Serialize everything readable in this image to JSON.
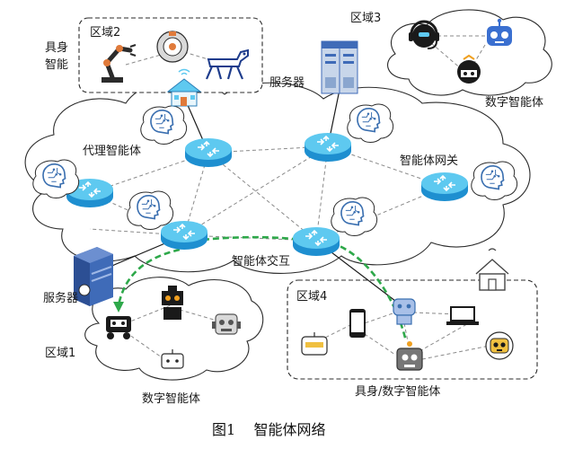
{
  "labels": {
    "embodied_intelligence": [
      "具身",
      "智能"
    ],
    "region2": "区域2",
    "region3": "区域3",
    "region1": "区域1",
    "region4": "区域4",
    "server_top": "服务器",
    "server_left": "服务器",
    "digital_agent_top": "数字智能体",
    "proxy_agent": "代理智能体",
    "agent_gateway": "智能体网关",
    "agent_interaction": "智能体交互",
    "digital_agent_bottom": "数字智能体",
    "embodied_digital_agent": "具身/数字智能体"
  },
  "caption": "图1    智能体网络",
  "colors": {
    "router_top": "#5ec9f0",
    "router_side": "#1e8fd0",
    "head_blue": "#3a6fb0",
    "green_path": "#2ea84a",
    "server_blue": "#3f6bb8"
  },
  "icons": {
    "routers": "router-icon",
    "agent_heads": "ai-head-icon",
    "server": "server-rack-icon",
    "robot_arm": "robot-arm-icon",
    "robot_vacuum": "robot-vacuum-icon",
    "robot_dog": "robot-dog-icon",
    "house": "house-icon"
  }
}
